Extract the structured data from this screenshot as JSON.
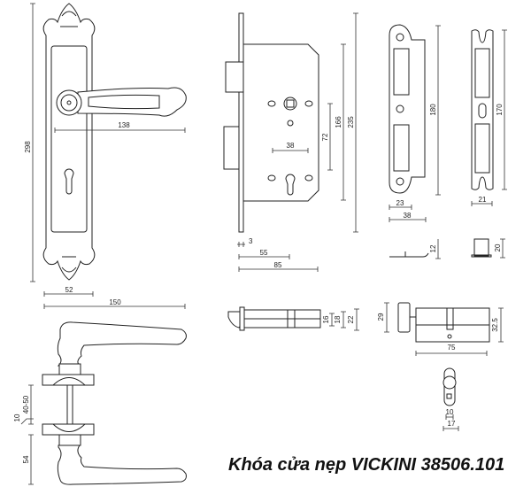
{
  "title": "Khóa cửa nẹp VICKINI 38506.101",
  "handle_front": {
    "height": "298",
    "lever_length": "138",
    "plate_width": "52",
    "total_width": "150"
  },
  "mortise": {
    "backset_spacing": "38",
    "center_distance": "72",
    "body_height": "166",
    "faceplate_height": "235",
    "faceplate_thickness": "3",
    "backset": "55",
    "body_depth": "85"
  },
  "strike_plate": {
    "height": "180",
    "width_inner": "23",
    "width_outer": "38",
    "lip_height": "12"
  },
  "strike_box": {
    "height": "170",
    "width": "21",
    "depth": "20"
  },
  "latch": {
    "d1": "16",
    "d2": "18",
    "d3": "22"
  },
  "cylinder": {
    "turn_height": "29",
    "height": "32.5",
    "length": "75",
    "cam_width": "10",
    "profile_width": "17"
  },
  "handle_side": {
    "door_thickness": "40-50",
    "rose_thickness": "10",
    "rose_to_lever": "54"
  },
  "colors": {
    "line": "#222222",
    "background": "#ffffff"
  }
}
